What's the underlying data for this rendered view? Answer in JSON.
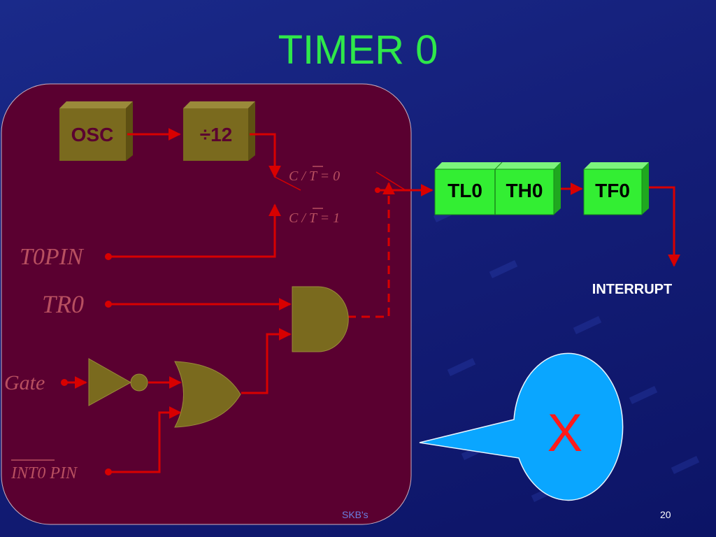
{
  "slide": {
    "title": "TIMER 0",
    "footer_left": "SKB's",
    "page_number": "20"
  },
  "diagram": {
    "osc_label": "OSC",
    "divider_label": "÷12",
    "ct0_label": "C / T = 0",
    "ct1_label": "C / T = 1",
    "t0pin_label": "T0PIN",
    "tr0_label": "TR0",
    "gate_label": "Gate",
    "int0pin_label": "INT0 PIN",
    "tl0_label": "TL0",
    "th0_label": "TH0",
    "tf0_label": "TF0",
    "interrupt_label": "INTERRUPT",
    "callout_label": "X"
  },
  "colors": {
    "wire": "#d80000",
    "block_olive": "#7a6a1e",
    "register_green": "#33ee33",
    "panel": "#5a0030",
    "callout": "#0aa6ff"
  }
}
